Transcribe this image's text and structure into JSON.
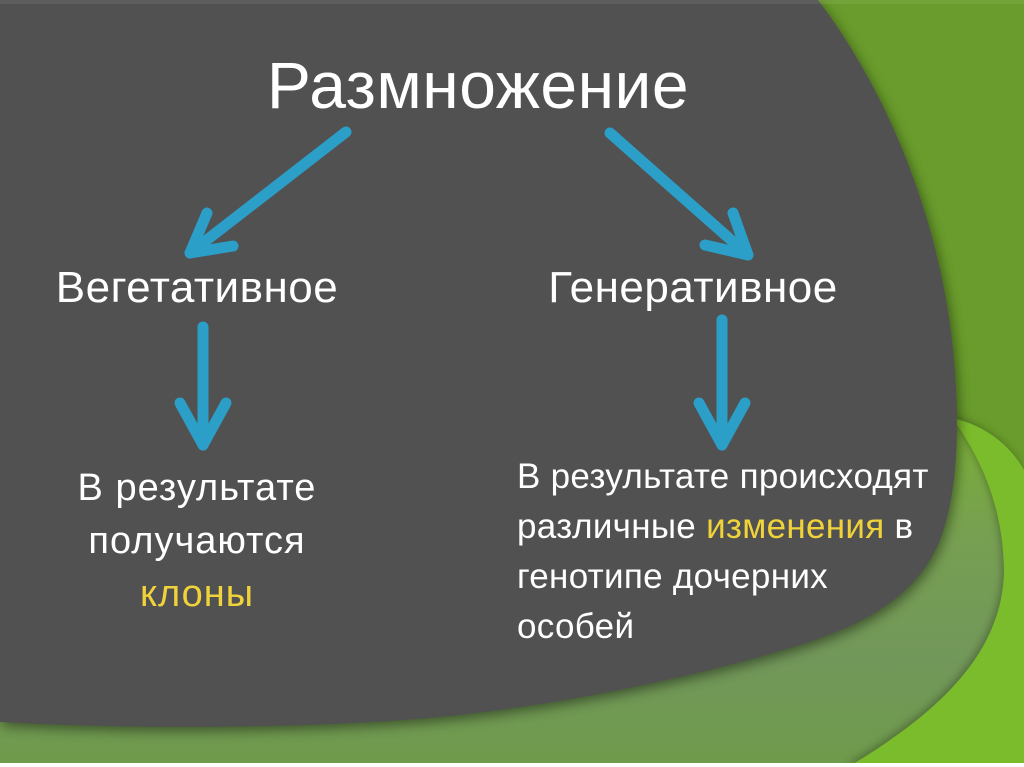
{
  "slide": {
    "title": "Размножение",
    "left_branch": {
      "label": "Вегетативное",
      "result_line1": "В результате",
      "result_line2": "получаются",
      "result_line3": "клоны"
    },
    "right_branch": {
      "label": "Генеративное",
      "result_line1": "В результате происходят",
      "result_line2_pre": "различные ",
      "result_line2_highlight": "изменения",
      "result_line2_post": " в",
      "result_line3": "генотипе дочерних",
      "result_line4": "особей"
    },
    "colors": {
      "background_gray": "#515151",
      "background_green": "#699c2c",
      "corner_green": "#7bbc2d",
      "band_green_top": "#7bb231",
      "band_green_bottom": "#6f9b4b",
      "arrow_blue": "#2b9fc8",
      "text_white": "#ffffff",
      "highlight_yellow": "#f0d33a"
    }
  }
}
